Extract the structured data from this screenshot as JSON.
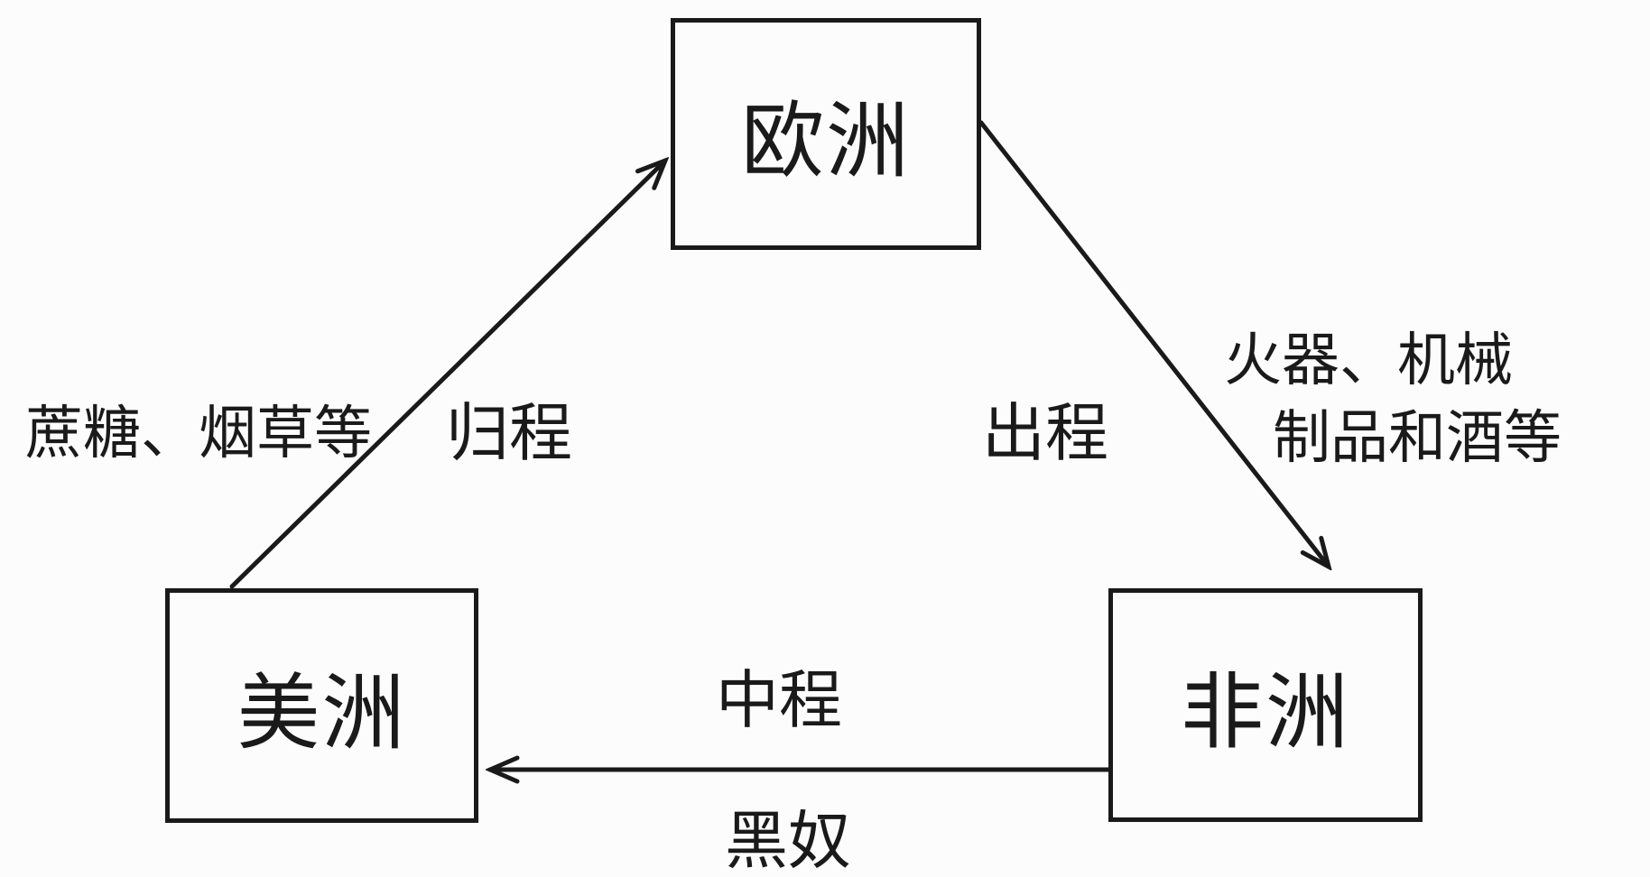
{
  "colors": {
    "line": "#1a1a1a",
    "background": "#fcfcfc"
  },
  "nodes": {
    "europe": {
      "label": "欧洲"
    },
    "america": {
      "label": "美洲"
    },
    "africa": {
      "label": "非洲"
    }
  },
  "routes": {
    "return": {
      "label": "归程",
      "goods": "蔗糖、烟草等"
    },
    "outbound": {
      "label": "出程",
      "goods_line1": "火器、机械",
      "goods_line2": "制品和酒等"
    },
    "middle": {
      "label": "中程",
      "goods": "黑奴"
    }
  }
}
